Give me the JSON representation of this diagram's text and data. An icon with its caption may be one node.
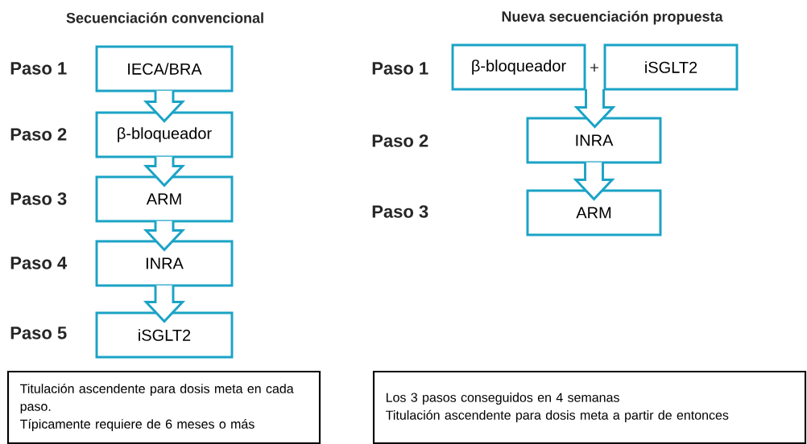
{
  "diagram": {
    "nodes": [
      {
        "text": [
          "IECA/BRA"
        ]
      },
      {
        "text": [
          "β-bloqueador"
        ]
      },
      {
        "text": [
          "ARM"
        ]
      },
      {
        "text": [
          "INRA"
        ]
      },
      {
        "text": [
          "iSGLT2"
        ]
      },
      {
        "text": [
          "β-bloqueador"
        ]
      },
      {
        "text": [
          "iSGLT2"
        ]
      },
      {
        "text": [
          "INRA"
        ]
      },
      {
        "text": [
          "ARM"
        ]
      },
      {
        "text": [
          "Titulación ascendente para dosis meta en cada paso.",
          "Típicamente requiere de 6 meses o más"
        ]
      },
      {
        "text": [
          "Los 3 pasos conseguidos en 4 semanas",
          "Titulación ascendente para dosis meta a partir de entonces"
        ]
      }
    ],
    "edges": [
      {
        "from": 0,
        "to": 1,
        "arrow": "to"
      },
      {
        "from": 1,
        "to": 2,
        "arrow": "to"
      },
      {
        "from": 2,
        "to": 3,
        "arrow": "to"
      },
      {
        "from": 3,
        "to": 4,
        "arrow": "to"
      },
      {
        "from": 5,
        "to": 7,
        "arrow": "to"
      },
      {
        "from": 6,
        "to": 7,
        "arrow": "to"
      },
      {
        "from": 7,
        "to": 8,
        "arrow": "to"
      }
    ],
    "labels": [
      "Secuenciación convencional",
      "Nueva secuenciación propuesta",
      "Paso 1",
      "Paso 1",
      "+",
      "Paso 2",
      "Paso 2",
      "Paso 3",
      "Paso 3",
      "Paso 4",
      "Paso 5"
    ]
  }
}
